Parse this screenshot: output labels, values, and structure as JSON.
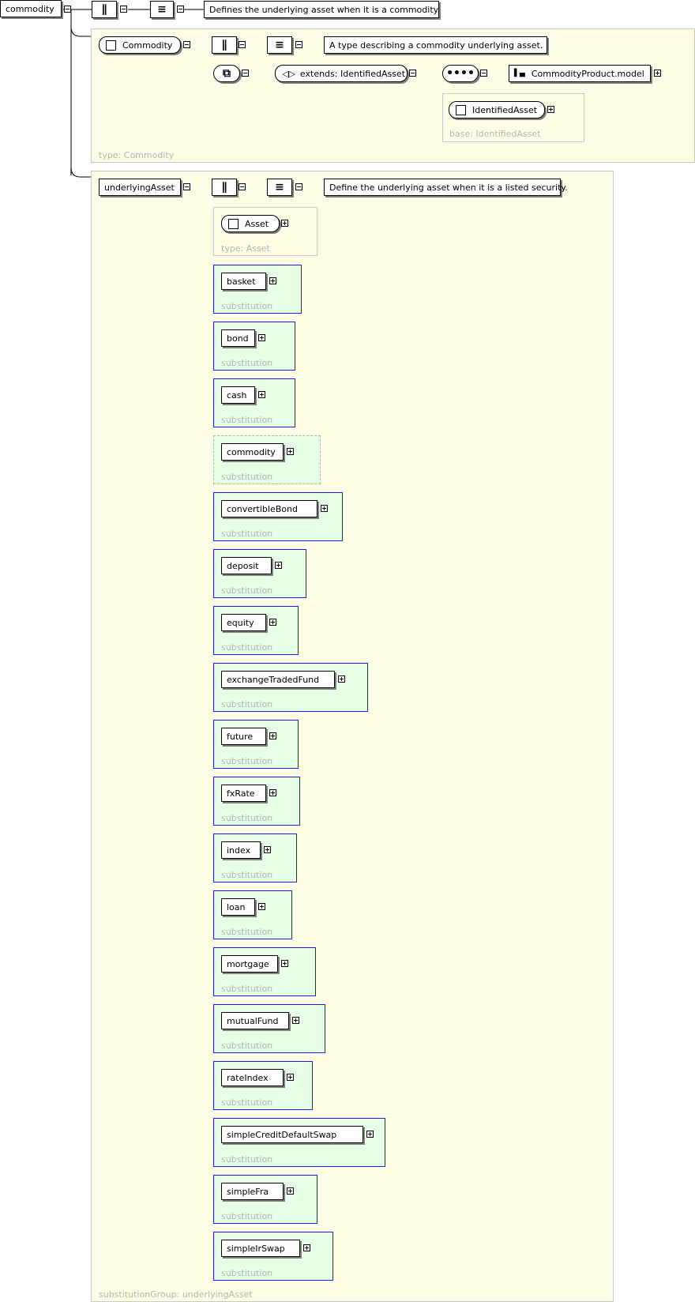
{
  "root": {
    "label": "commodity",
    "doc": "Defines the underlying asset when it is a commodity."
  },
  "commodity_type": {
    "label": "Commodity",
    "doc": "A type describing a commodity underlying asset.",
    "extends_label": "extends: IdentifiedAsset",
    "model_label": "CommodityProduct.model",
    "base_element": "IdentifiedAsset",
    "base_caption": "base: IdentifiedAsset",
    "type_caption": "type: Commodity"
  },
  "underlying": {
    "label": "underlyingAsset",
    "doc": "Define the underlying asset when it is a listed security.",
    "asset_label": "Asset",
    "asset_caption": "type: Asset",
    "group_caption": "substitutionGroup: underlyingAsset",
    "substitution_caption": "substitution",
    "substitutions": [
      "basket",
      "bond",
      "cash",
      "commodity",
      "convertibleBond",
      "deposit",
      "equity",
      "exchangeTradedFund",
      "future",
      "fxRate",
      "index",
      "loan",
      "mortgage",
      "mutualFund",
      "rateIndex",
      "simpleCreditDefaultSwap",
      "simpleFra",
      "simpleIrSwap"
    ]
  },
  "colors": {
    "panel_bg": "#fefee6",
    "substitution_bg": "#e6ffe6",
    "substitution_border": "#1a1aff"
  }
}
